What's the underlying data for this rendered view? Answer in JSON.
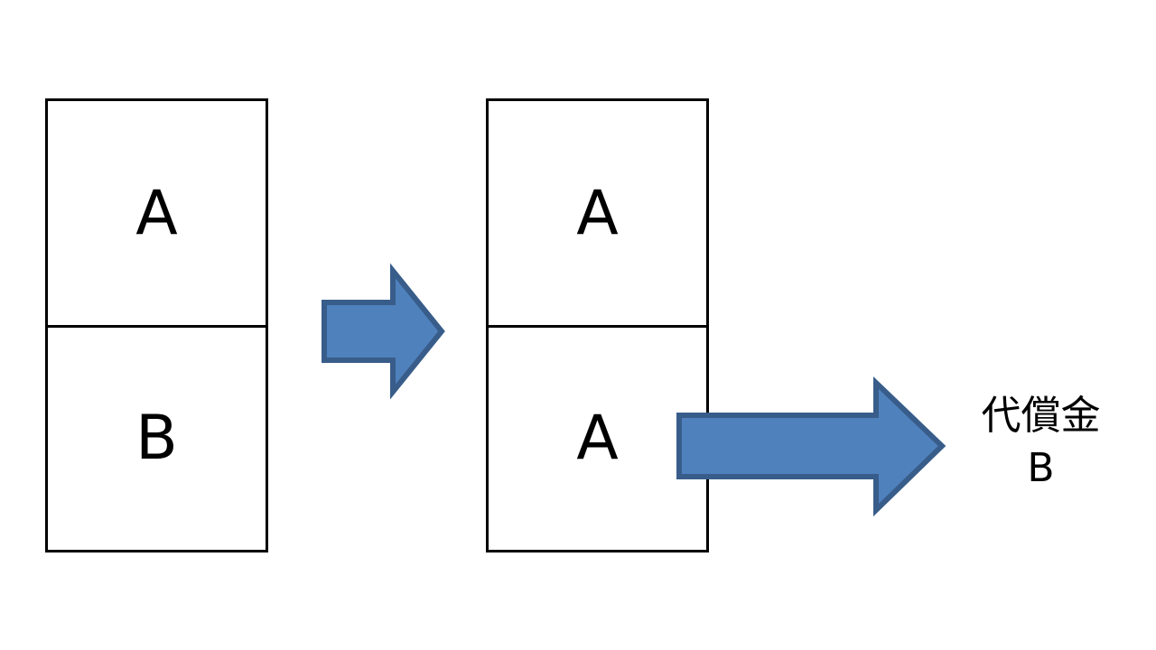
{
  "before": {
    "top_label": "A",
    "bottom_label": "B"
  },
  "after": {
    "top_label": "A",
    "bottom_label": "A"
  },
  "result": {
    "title": "代償金",
    "label": "B"
  },
  "colors": {
    "arrow_fill": "#4f81bd",
    "arrow_stroke": "#385d8a",
    "box_border": "#000000"
  }
}
